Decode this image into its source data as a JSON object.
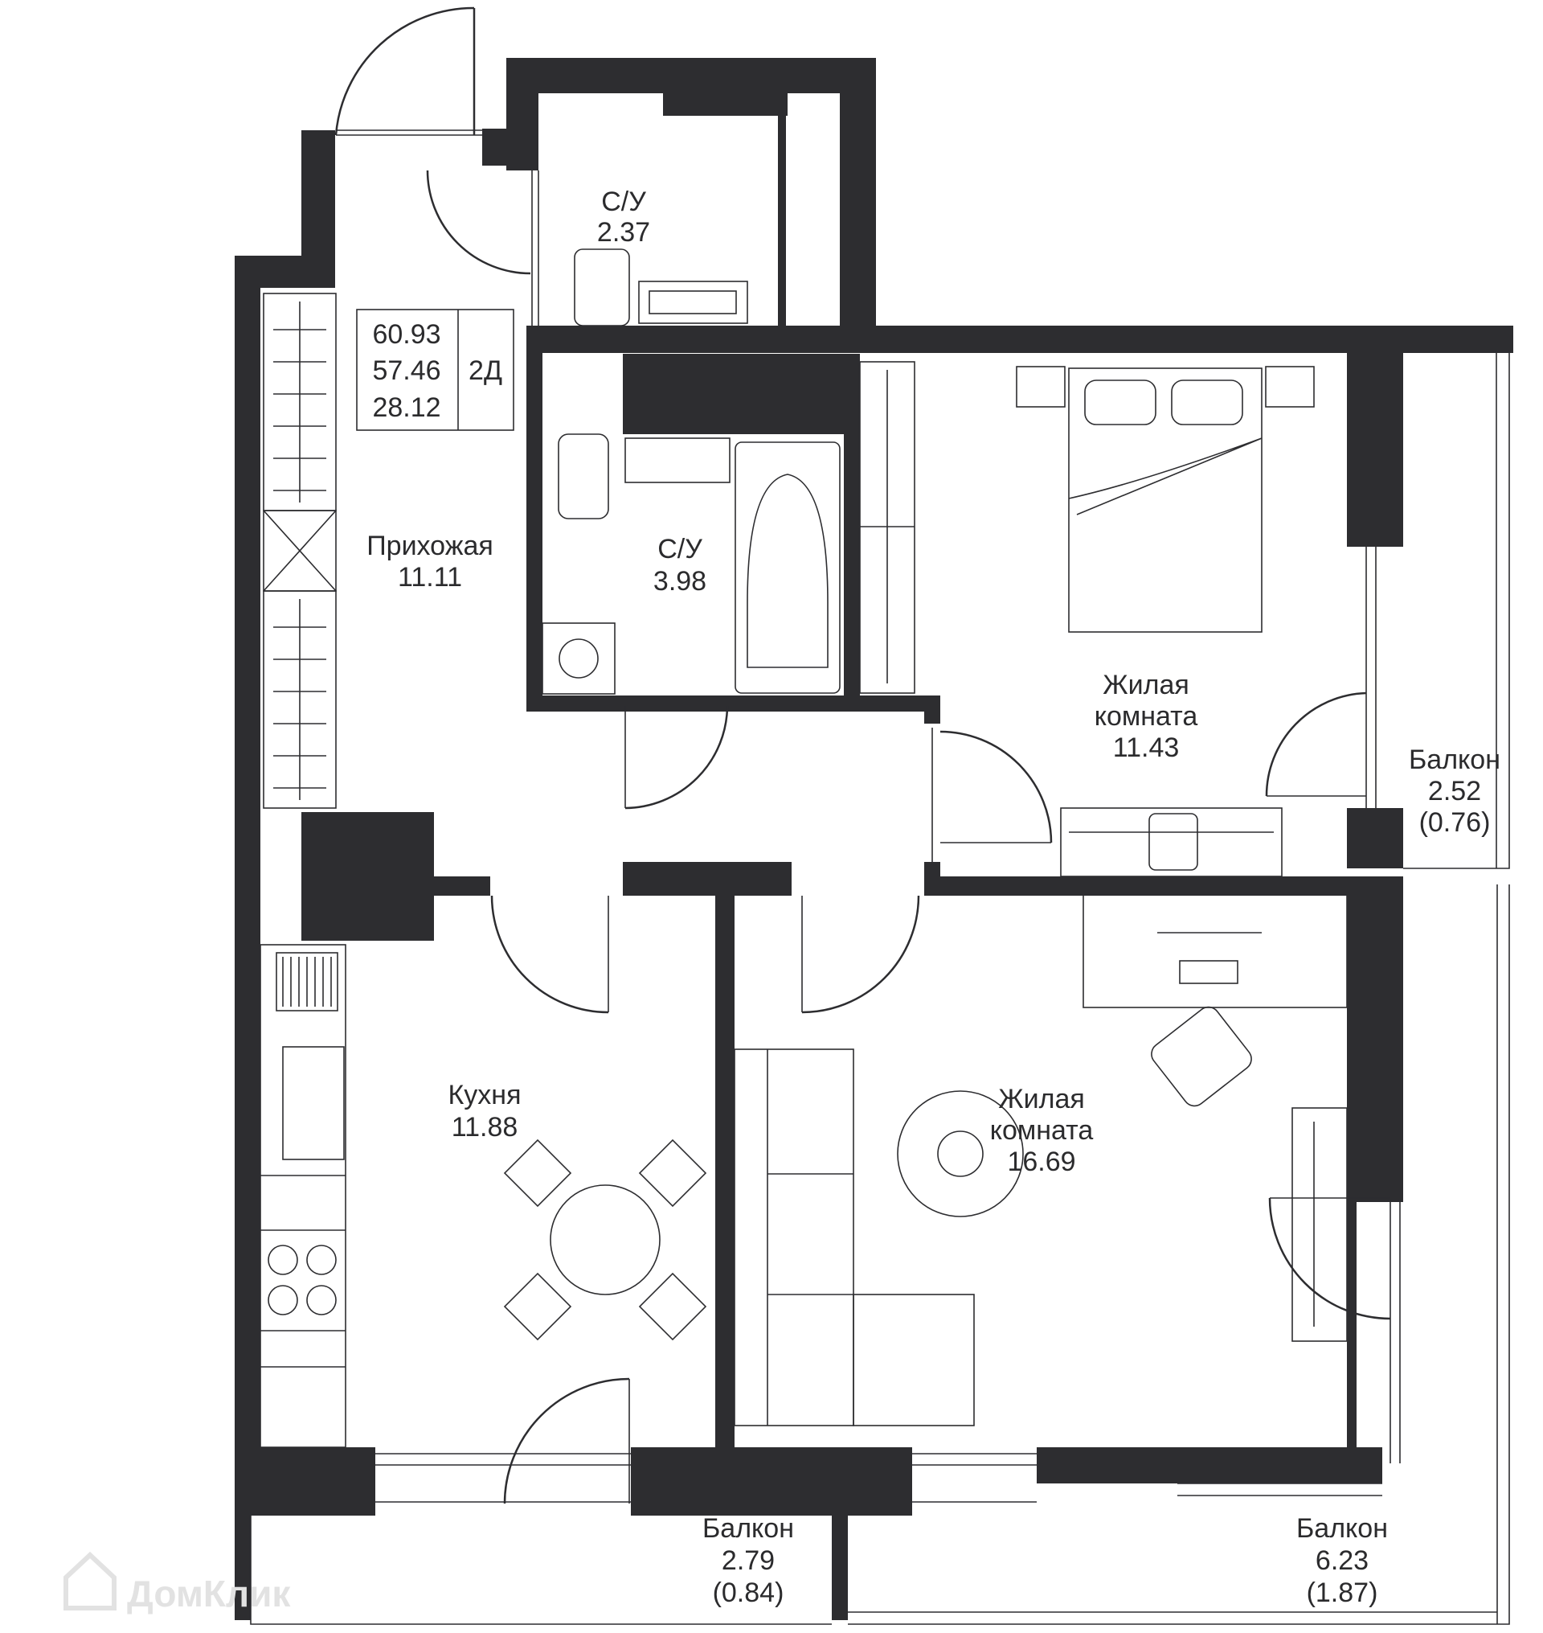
{
  "summary": {
    "total_area": "60.93",
    "living_area": "57.46",
    "rooms_area": "28.12",
    "type": "2Д"
  },
  "rooms": {
    "wc_small": {
      "name": "С/У",
      "area": "2.37"
    },
    "hall": {
      "name": "Прихожая",
      "area": "11.11"
    },
    "bath": {
      "name": "С/У",
      "area": "3.98"
    },
    "bedroom": {
      "name1": "Жилая",
      "name2": "комната",
      "area": "11.43"
    },
    "balcony_right": {
      "name": "Балкон",
      "area": "2.52",
      "reduced": "(0.76)"
    },
    "kitchen": {
      "name": "Кухня",
      "area": "11.88"
    },
    "living": {
      "name1": "Жилая",
      "name2": "комната",
      "area": "16.69"
    },
    "balcony_bottom_left": {
      "name": "Балкон",
      "area": "2.79",
      "reduced": "(0.84)"
    },
    "balcony_bottom_right": {
      "name": "Балкон",
      "area": "6.23",
      "reduced": "(1.87)"
    }
  },
  "watermark": "ДомКлик",
  "colors": {
    "wall": "#2d2d30",
    "text": "#2b2b2d",
    "background": "#ffffff"
  }
}
